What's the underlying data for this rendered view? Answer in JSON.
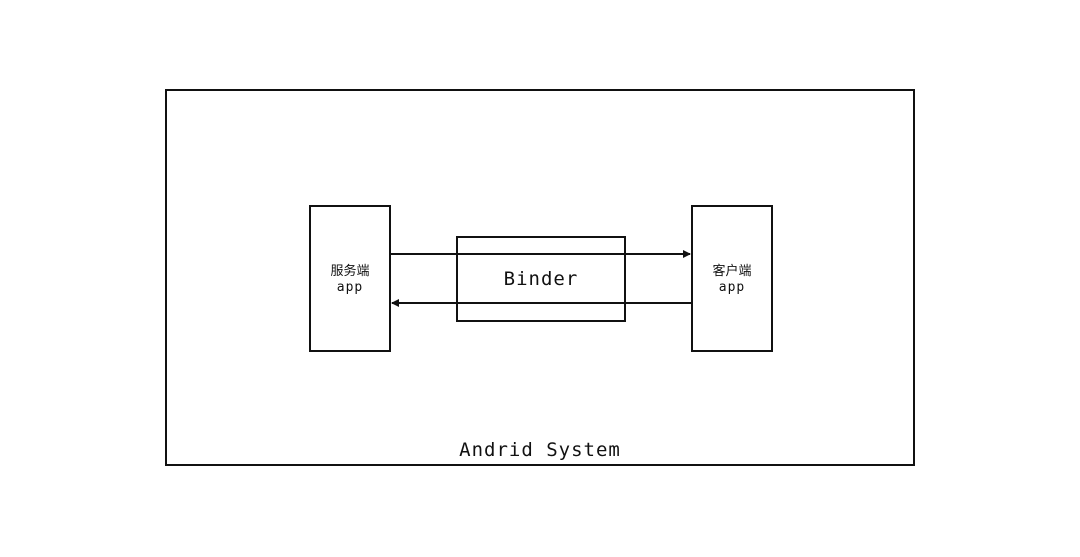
{
  "diagram": {
    "system_label": "Andrid System",
    "server": {
      "name": "服务端",
      "sub": "app"
    },
    "client": {
      "name": "客户端",
      "sub": "app"
    },
    "binder": {
      "label": "Binder"
    },
    "arrows": [
      {
        "from": "server",
        "to": "client",
        "direction": "right"
      },
      {
        "from": "client",
        "to": "server",
        "direction": "left"
      }
    ],
    "colors": {
      "stroke": "#111111",
      "background": "#ffffff"
    }
  }
}
